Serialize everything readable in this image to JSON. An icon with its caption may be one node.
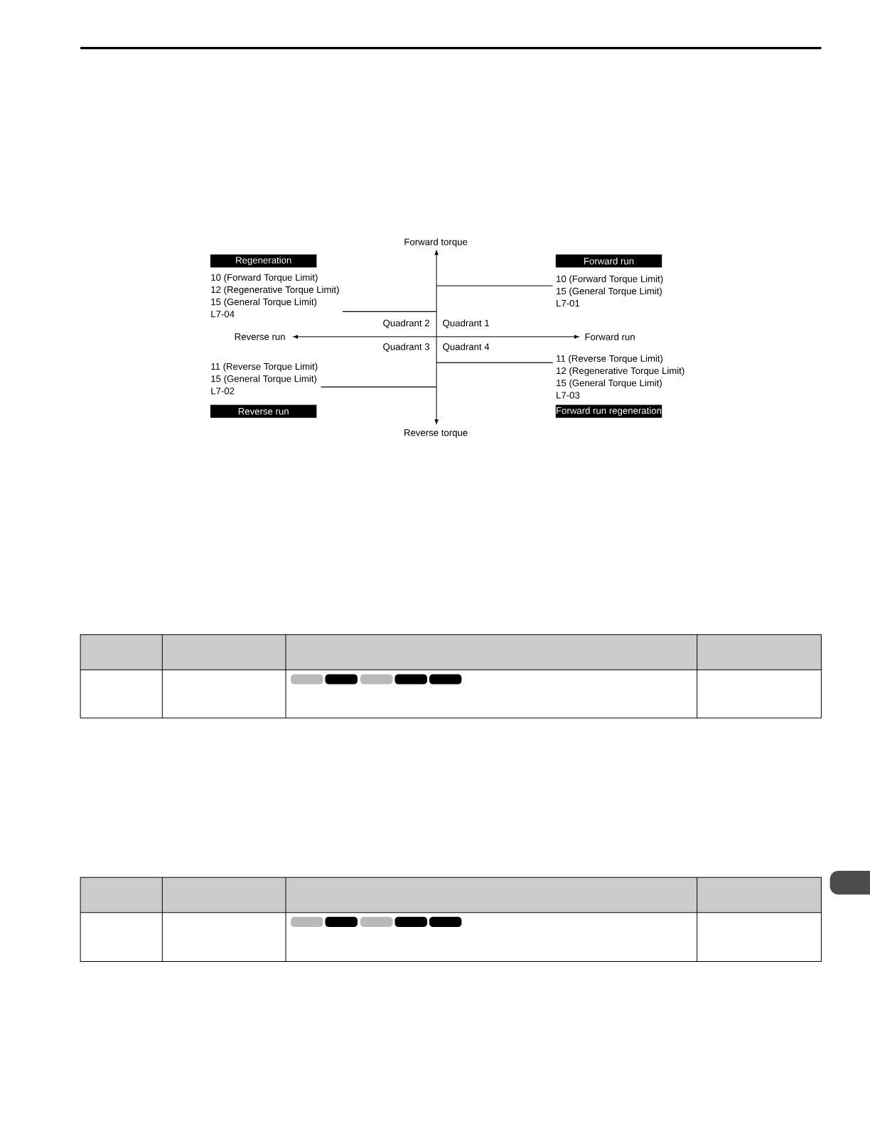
{
  "diagram": {
    "nodes": [
      {
        "text": [
          "Regeneration"
        ]
      },
      {
        "text": [
          "Forward run"
        ]
      },
      {
        "text": [
          "10 (Forward Torque Limit)",
          "12 (Regenerative Torque Limit)",
          "15 (General Torque Limit)",
          "L7-04"
        ]
      },
      {
        "text": [
          "10 (Forward Torque Limit)",
          "15 (General Torque Limit)",
          "L7-01"
        ]
      },
      {
        "text": [
          "11 (Reverse Torque Limit)",
          "15 (General Torque Limit)",
          "L7-02"
        ]
      },
      {
        "text": [
          "11 (Reverse Torque Limit)",
          "12 (Regenerative Torque Limit)",
          "15 (General Torque Limit)",
          "L7-03"
        ]
      },
      {
        "text": [
          "Reverse run"
        ]
      },
      {
        "text": [
          "Forward run regeneration"
        ]
      }
    ],
    "edges": [
      {
        "from": 2,
        "to": null,
        "arrow": "none"
      },
      {
        "from": 3,
        "to": null,
        "arrow": "none"
      },
      {
        "from": 4,
        "to": null,
        "arrow": "none"
      },
      {
        "from": 5,
        "to": null,
        "arrow": "none"
      }
    ],
    "labels": [
      "Forward torque",
      "Reverse run",
      "Forward run",
      "Quadrant 2",
      "Quadrant 1",
      "Quadrant 3",
      "Quadrant 4",
      "Reverse torque"
    ]
  }
}
